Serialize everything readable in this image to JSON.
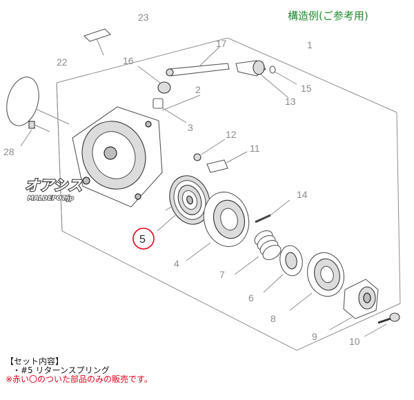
{
  "title": "構造例(ご参考用)",
  "callouts": {
    "p1": "1",
    "p2": "2",
    "p3": "3",
    "p4": "4",
    "p5": "5",
    "p6": "6",
    "p7": "7",
    "p8": "8",
    "p9": "9",
    "p10": "10",
    "p11": "11",
    "p12": "12",
    "p13": "13",
    "p14": "14",
    "p15": "15",
    "p16": "16",
    "p17": "17",
    "p22": "22",
    "p23": "23",
    "p28": "28"
  },
  "highlighted_part": "5",
  "watermark": {
    "main": "オアシス",
    "sub": "MALDEPOT.jp"
  },
  "contents": {
    "header": "【セット内容】",
    "item": "・#5 リターンスプリング",
    "note": "※赤い〇のついた部品のみの販売です。"
  },
  "colors": {
    "title": "#1f8a2e",
    "highlight": "#e0001a",
    "note": "#e0001a"
  }
}
